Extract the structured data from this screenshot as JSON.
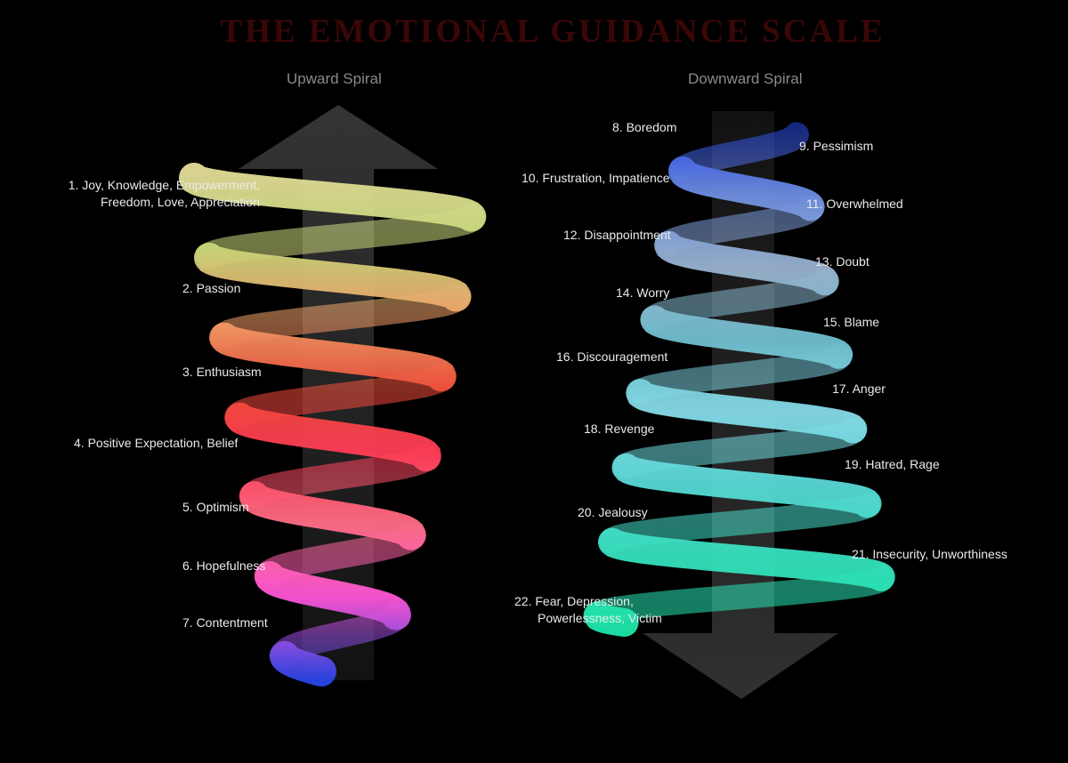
{
  "title": "THE EMOTIONAL GUIDANCE SCALE",
  "upward": {
    "heading": "Upward Spiral",
    "colors": [
      "#e7dd9c",
      "#c6d97a",
      "#f2a26a",
      "#f04a38",
      "#ff3c56",
      "#ff6e86",
      "#ff55d6",
      "#2946e8"
    ],
    "items": [
      {
        "n": "1",
        "text": "1. Joy, Knowledge, Empowerment,",
        "text2": "Freedom, Love, Appreciation"
      },
      {
        "n": "2",
        "text": "2. Passion"
      },
      {
        "n": "3",
        "text": "3. Enthusiasm"
      },
      {
        "n": "4",
        "text": "4. Positive Expectation, Belief"
      },
      {
        "n": "5",
        "text": "5. Optimism"
      },
      {
        "n": "6",
        "text": "6. Hopefulness"
      },
      {
        "n": "7",
        "text": "7. Contentment"
      }
    ]
  },
  "downward": {
    "heading": "Downward Spiral",
    "colors": [
      "#2646e6",
      "#6f8fe0",
      "#9ab3ce",
      "#6fbfcf",
      "#86dbe8",
      "#58d8d6",
      "#35e0bd",
      "#19e6a6"
    ],
    "items": [
      {
        "n": "8",
        "text": "8. Boredom"
      },
      {
        "n": "9",
        "text": "9. Pessimism"
      },
      {
        "n": "10",
        "text": "10. Frustration, Impatience"
      },
      {
        "n": "11",
        "text": "11. Overwhelmed"
      },
      {
        "n": "12",
        "text": "12. Disappointment"
      },
      {
        "n": "13",
        "text": "13. Doubt"
      },
      {
        "n": "14",
        "text": "14. Worry"
      },
      {
        "n": "15",
        "text": "15. Blame"
      },
      {
        "n": "16",
        "text": "16. Discouragement"
      },
      {
        "n": "17",
        "text": "17. Anger"
      },
      {
        "n": "18",
        "text": "18. Revenge"
      },
      {
        "n": "19",
        "text": "19. Hatred, Rage"
      },
      {
        "n": "20",
        "text": "20. Jealousy"
      },
      {
        "n": "21",
        "text": "21. Insecurity, Unworthiness"
      },
      {
        "n": "22",
        "text": "22. Fear, Depression,",
        "text2": "Powerlessness, Victim"
      }
    ]
  }
}
